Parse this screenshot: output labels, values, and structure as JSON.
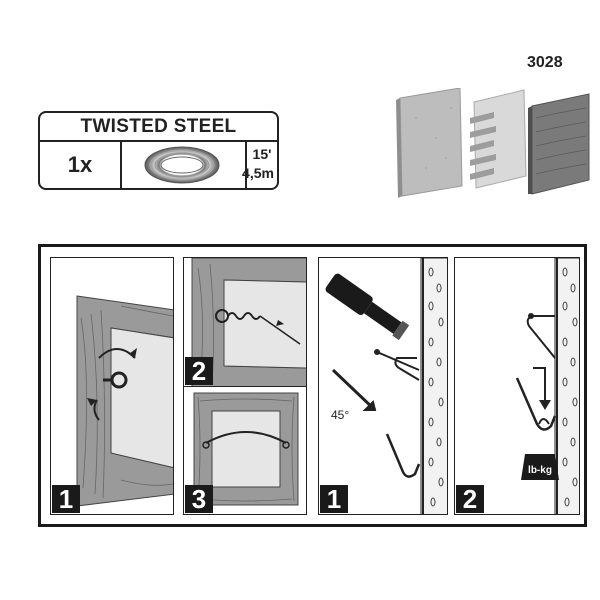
{
  "product": {
    "code": "3028"
  },
  "spec": {
    "title": "TWISTED STEEL",
    "quantity": "1x",
    "length_imperial": "15'",
    "length_metric": "4,5m",
    "wire_icon": "wire-coil-icon"
  },
  "materials": {
    "icons": [
      "drywall-panel-icon",
      "plaster-panel-icon",
      "wood-panel-icon"
    ],
    "colors": {
      "drywall": "#bdbdbd",
      "plaster": "#d9d9d9",
      "wood": "#7a7a7a"
    }
  },
  "instructions": {
    "steps": [
      {
        "number": "1",
        "icon": "screw-eye-rotation-icon"
      },
      {
        "number": "2",
        "icon": "wire-twist-icon"
      },
      {
        "number": "3",
        "icon": "wire-frame-icon"
      },
      {
        "number": "1",
        "icon": "hammer-hook-icon",
        "angle": "45°"
      },
      {
        "number": "2",
        "icon": "hang-weight-icon",
        "weight_label": "lb-kg"
      }
    ],
    "colors": {
      "border": "#1a1a1a",
      "frame": "#9a9a9a",
      "wall": "#e0e0e0"
    }
  }
}
